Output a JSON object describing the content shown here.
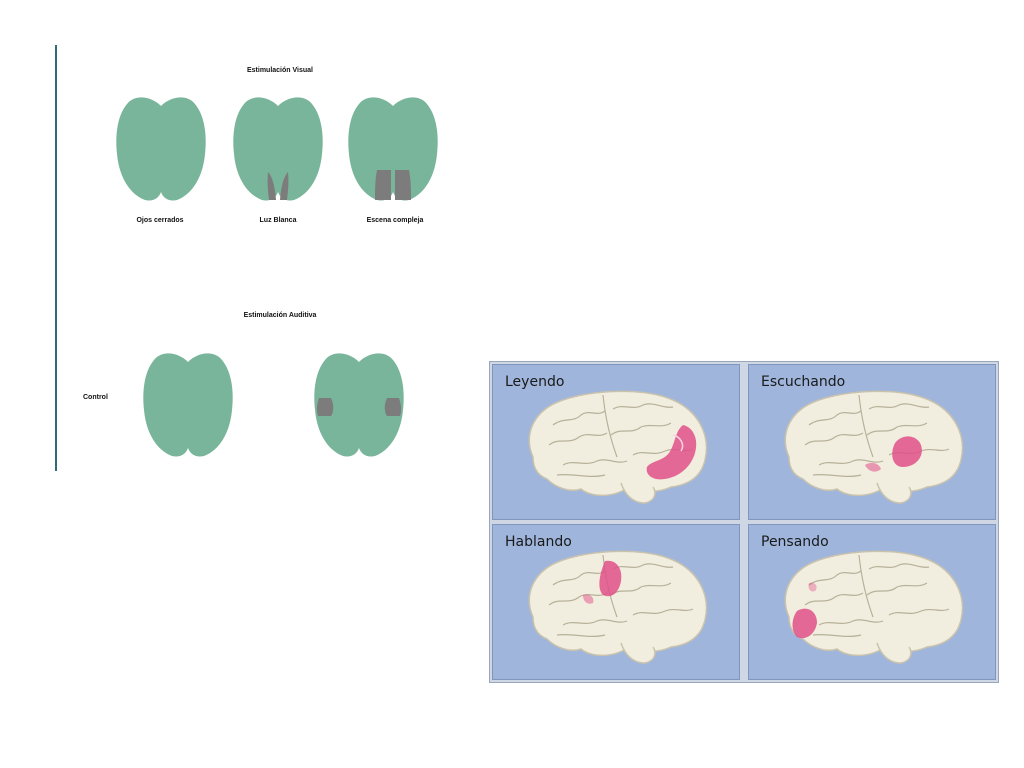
{
  "visual": {
    "title": "Estimulación Visual",
    "labels": [
      "Ojos cerrados",
      "Luz Blanca",
      "Escena compleja"
    ]
  },
  "auditory": {
    "title": "Estimulación Auditiva",
    "row_label": "Control"
  },
  "activity": {
    "panels": [
      "Leyendo",
      "Escuchando",
      "Hablando",
      "Pensando"
    ]
  },
  "colors": {
    "brain_top": "#79b59b",
    "active_gray": "#7c7c7c",
    "panel_bg": "#9fb5dc",
    "brain_side": "#f2eedf",
    "activation": "#e0508a"
  }
}
